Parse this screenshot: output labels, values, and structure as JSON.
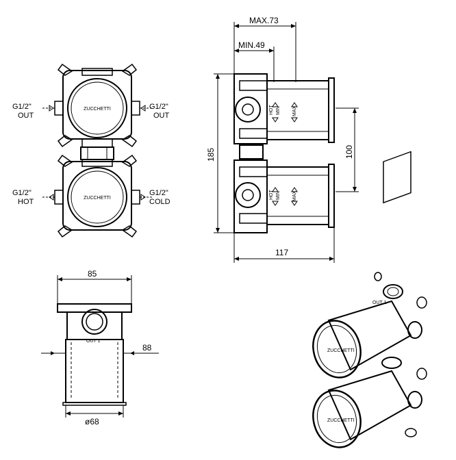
{
  "front_view": {
    "top_left_label": "G1/2\"",
    "top_left_sub": "OUT",
    "top_right_label": "G1/2\"",
    "top_right_sub": "OUT",
    "bottom_left_label": "G1/2\"",
    "bottom_left_sub": "HOT",
    "bottom_right_label": "G1/2\"",
    "bottom_right_sub": "COLD",
    "brand_text": "ZUCCHETTI"
  },
  "side_view": {
    "max_depth": "MAX.73",
    "min_depth": "MIN.49",
    "height": "185",
    "spacing": "100",
    "width": "117",
    "tag_hot": "HOT",
    "tag_min": "MIN",
    "tag_max": "MAX"
  },
  "top_view": {
    "width": "85",
    "outlet_label": "OUT 1",
    "offset": "88",
    "diameter": "ø68"
  },
  "iso_view": {
    "brand_text": "ZUCCHETTI",
    "outlet_label": "OUT 1"
  }
}
